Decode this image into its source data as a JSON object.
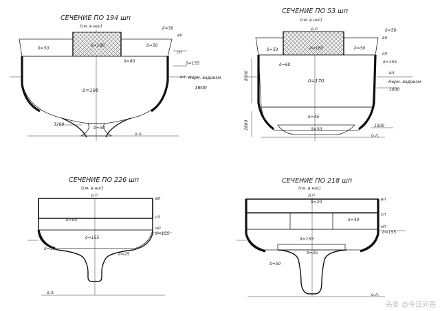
{
  "sections": [
    {
      "title": "СЕЧЕНИЕ ПО 194 шп",
      "subtitle": "(см. в нос)",
      "labels": {
        "bulkhead": "δ=50",
        "deck_left": "δ=50",
        "deck_center": "δ=180",
        "deck_right": "δ=50",
        "inner": "δ=60",
        "hull": "δ=155",
        "hold": "δ=195",
        "keel": "δ=50",
        "waterline_note": "Норм. водоизм.",
        "waterline_value": "1600",
        "keel_depth": "3200",
        "vp": "вп",
        "sp": "сп",
        "vl": "вл",
        "ol": "о.л."
      }
    },
    {
      "title": "СЕЧЕНИЕ ПО 53 шп",
      "subtitle": "(см. в нос)",
      "labels": {
        "dp": "д.п",
        "bulkhead": "δ=50",
        "deck_left": "δ=50",
        "deck_center": "δ=160",
        "deck_right": "δ=50",
        "inner": "δ=60",
        "hold": "δ=170",
        "hull": "δ=155",
        "lower": "δ=45",
        "keel": "δ=50",
        "waterline_note": "Норм. водоизм.",
        "waterline_value": "1600",
        "height_left": "8000",
        "bottom_left": "2800",
        "keel_depth": "1500",
        "vp": "вп",
        "sp": "сп",
        "vl": "вл",
        "ol": "о.л."
      }
    },
    {
      "title": "СЕЧЕНИЕ ПО 226 шп",
      "subtitle": "(см. в нос)",
      "labels": {
        "dp": "д.п",
        "upper": "δ=95",
        "hold": "δ=155",
        "hull": "δ=155",
        "side": "δ=50",
        "keel": "δ=25",
        "vp": "вп",
        "sp": "сп",
        "np": "нп",
        "ol": "о.л."
      }
    },
    {
      "title": "СЕЧЕНИЕ ПО 218 шп",
      "subtitle": "(см. в нос)",
      "labels": {
        "dp": "д.п",
        "deck": "δ=20",
        "deck_right": "δ=40",
        "hold": "δ=155",
        "hull": "δ=155",
        "keel": "δ=25",
        "side": "δ=50",
        "vp": "вп",
        "sp": "сп",
        "np": "нп",
        "ol": "о.л."
      }
    }
  ],
  "watermark": "头条 @今日问答"
}
